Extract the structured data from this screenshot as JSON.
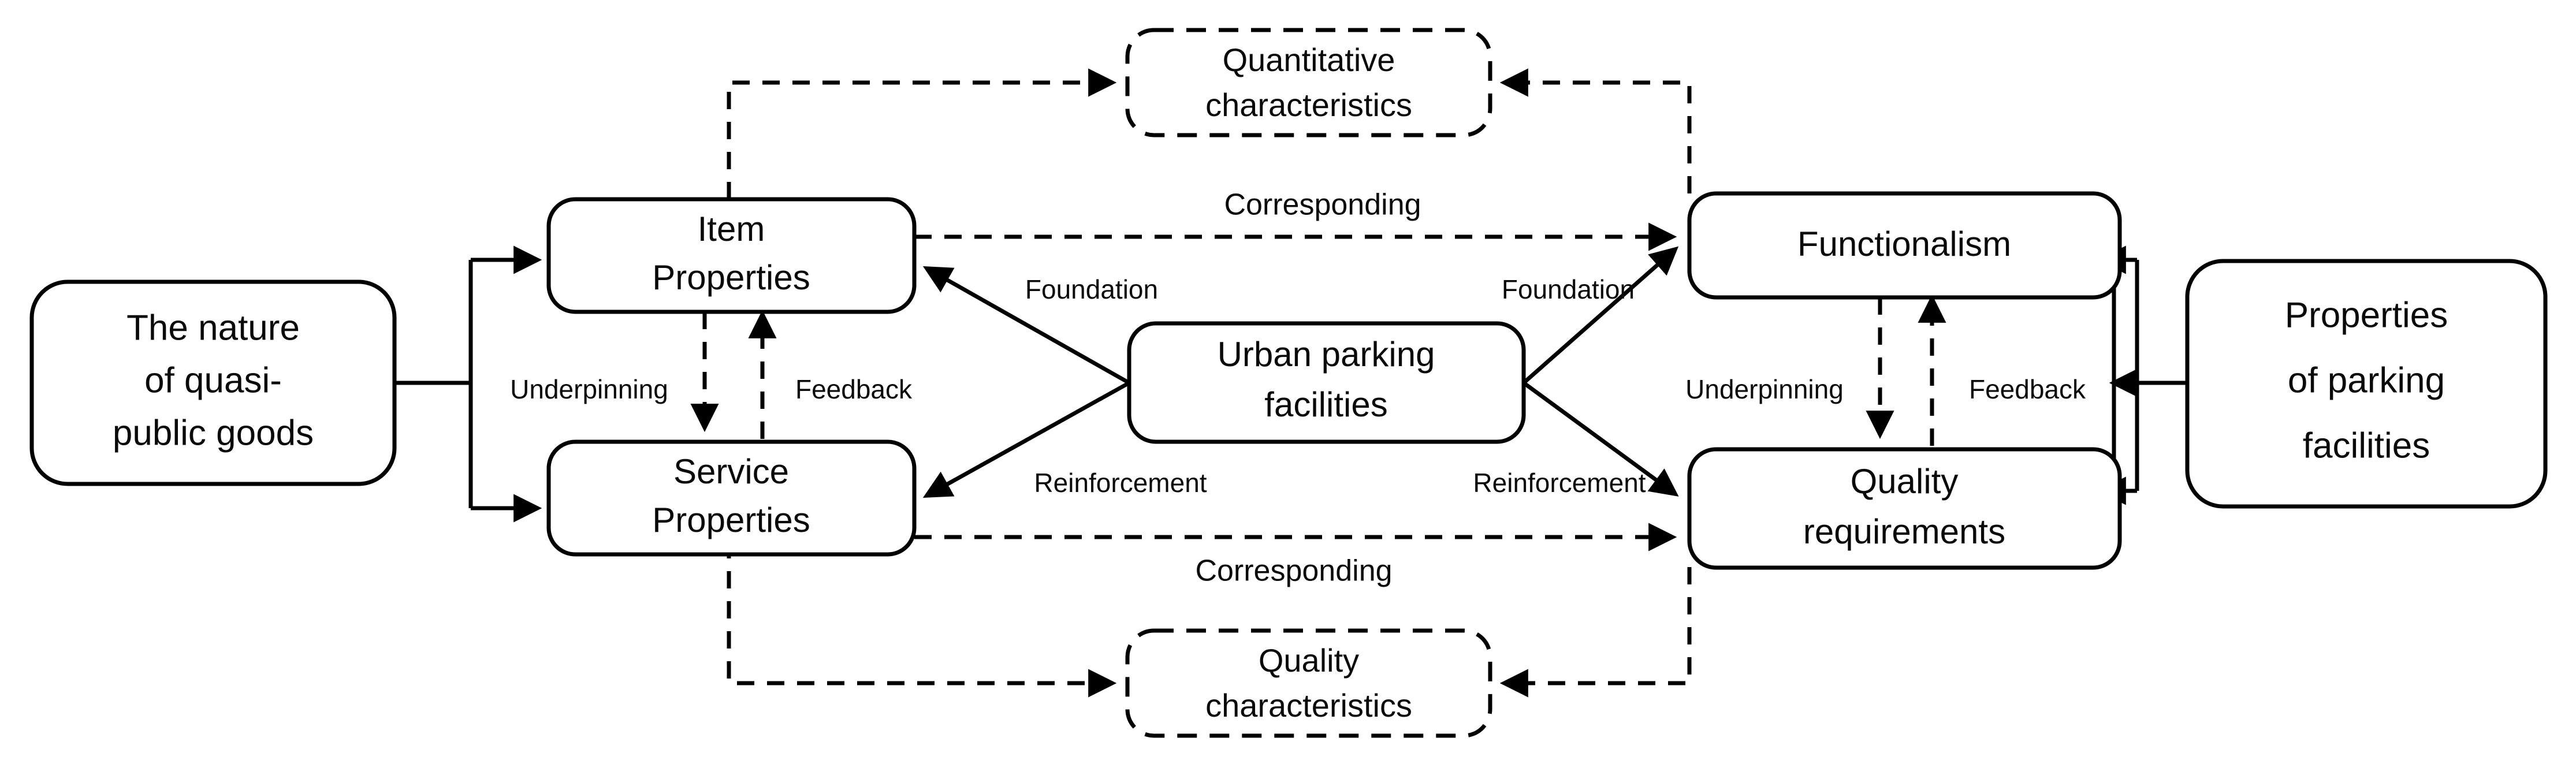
{
  "diagram": {
    "title": "Urban parking facilities property framework",
    "background_color": "#ffffff",
    "stroke_color": "#000000",
    "nodes": {
      "quasi_public": {
        "line1": "The nature",
        "line2": "of quasi-",
        "line3": "public goods"
      },
      "item_properties": {
        "line1": "Item",
        "line2": "Properties"
      },
      "service_properties": {
        "line1": "Service",
        "line2": "Properties"
      },
      "urban_parking": {
        "line1": "Urban parking",
        "line2": "facilities"
      },
      "functionalism": {
        "line1": "Functionalism"
      },
      "quality_requirements": {
        "line1": "Quality",
        "line2": "requirements"
      },
      "parking_props": {
        "line1": "Properties",
        "line2": "of parking",
        "line3": "facilities"
      },
      "quantitative_characteristics": {
        "line1": "Quantitative",
        "line2": "characteristics"
      },
      "quality_characteristics": {
        "line1": "Quality",
        "line2": "characteristics"
      }
    },
    "edge_labels": {
      "corresponding_top": "Corresponding",
      "corresponding_bottom": "Corresponding",
      "foundation_left": "Foundation",
      "foundation_right": "Foundation",
      "reinforcement_left": "Reinforcement",
      "reinforcement_right": "Reinforcement",
      "underpinning_left": "Underpinning",
      "underpinning_right": "Underpinning",
      "feedback_left": "Feedback",
      "feedback_right": "Feedback"
    }
  }
}
